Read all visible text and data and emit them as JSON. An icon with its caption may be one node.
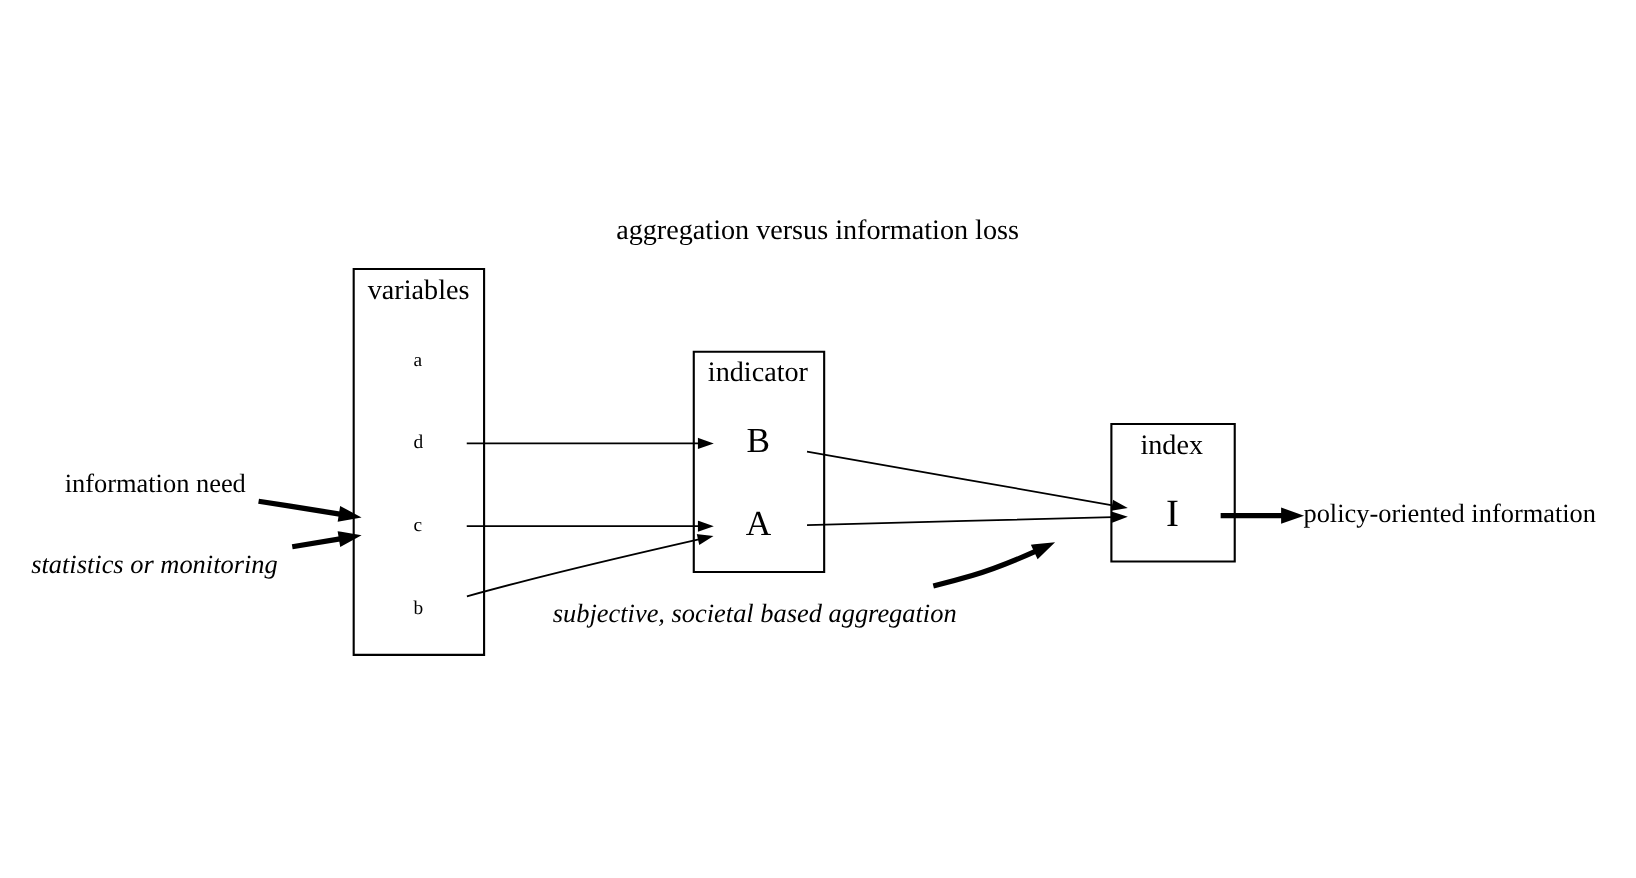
{
  "diagram": {
    "title": "aggregation versus information loss",
    "nodes": [
      {
        "text": [
          "information need"
        ]
      },
      {
        "text": [
          "variables"
        ]
      },
      {
        "text": [
          "a"
        ],
        "in": 1
      },
      {
        "text": [
          "b"
        ],
        "in": 1
      },
      {
        "text": [
          "c"
        ],
        "in": 1
      },
      {
        "text": [
          "d"
        ],
        "in": 1
      },
      {
        "text": [
          "indicator"
        ]
      },
      {
        "text": [
          "A"
        ],
        "in": 6
      },
      {
        "text": [
          "B"
        ],
        "in": 6
      },
      {
        "text": [
          "index"
        ]
      },
      {
        "text": [
          "I"
        ],
        "in": 9
      },
      {
        "text": [
          "policy-oriented information"
        ]
      },
      {
        "text": [
          "statistics or monitoring"
        ]
      },
      {
        "text": [
          "subjective, societal based aggregation"
        ]
      }
    ],
    "edges": [
      {
        "from": 0,
        "to": 1,
        "arrow": "to",
        "style": "thick"
      },
      {
        "from": 3,
        "to": 7,
        "arrow": "to"
      },
      {
        "from": 4,
        "to": 7,
        "arrow": "to"
      },
      {
        "from": 5,
        "to": 8,
        "arrow": "to"
      },
      {
        "from": 7,
        "to": 10,
        "arrow": "to"
      },
      {
        "from": 8,
        "to": 10,
        "arrow": "to"
      },
      {
        "from": 10,
        "to": 11,
        "arrow": "to",
        "style": "thick"
      },
      {
        "from": 12,
        "to": 1,
        "arrow": "to",
        "style": "thick"
      },
      {
        "from": 13,
        "to": null,
        "arrow": "to",
        "style": "thick"
      }
    ]
  }
}
